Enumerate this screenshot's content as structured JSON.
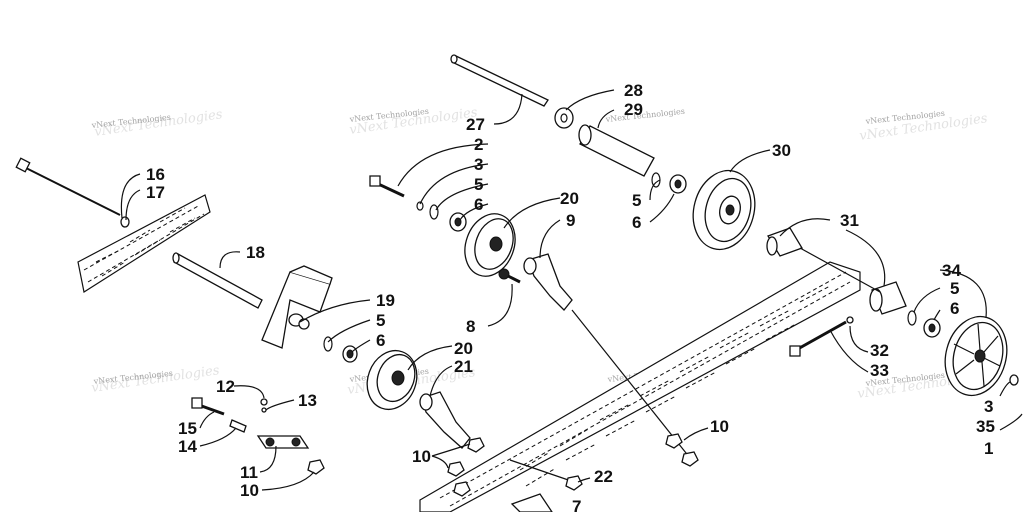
{
  "watermark_text": "vNext Technologies",
  "callouts": {
    "c1": "1",
    "c2": "2",
    "c3a": "3",
    "c3b": "3",
    "c5a": "5",
    "c5b": "5",
    "c5c": "5",
    "c5d": "5",
    "c6a": "6",
    "c6b": "6",
    "c6c": "6",
    "c6d": "6",
    "c7": "7",
    "c8": "8",
    "c9": "9",
    "c10a": "10",
    "c10b": "10",
    "c10c": "10",
    "c11": "11",
    "c12": "12",
    "c13": "13",
    "c14": "14",
    "c15": "15",
    "c16": "16",
    "c17": "17",
    "c18": "18",
    "c19": "19",
    "c20a": "20",
    "c20b": "20",
    "c21": "21",
    "c22": "22",
    "c27": "27",
    "c28": "28",
    "c29": "29",
    "c30": "30",
    "c31": "31",
    "c32": "32",
    "c33": "33",
    "c34": "34",
    "c35": "35"
  }
}
